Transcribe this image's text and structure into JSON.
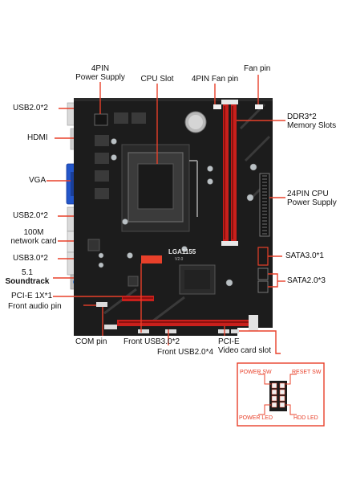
{
  "labels": {
    "pin4_power_1": "4PIN",
    "pin4_power_2": "Power Supply",
    "cpu_slot": "CPU Slot",
    "pin4_fan": "4PIN Fan pin",
    "fan_pin": "Fan pin",
    "usb20_top": "USB2.0*2",
    "hdmi": "HDMI",
    "vga": "VGA",
    "usb20_mid": "USB2.0*2",
    "net_1": "100M",
    "net_2": "network card",
    "usb30": "USB3.0*2",
    "sound_1": "5.1",
    "sound_2": "Soundtrack",
    "pcie_x1": "PCI-E 1X*1",
    "front_audio": "Front audio pin",
    "com_pin": "COM pin",
    "front_usb30": "Front USB3.0*2",
    "front_usb20": "Front USB2.0*4",
    "pcie_1": "PCI-E",
    "pcie_2": "Video card slot",
    "ddr3_1": "DDR3*2",
    "ddr3_2": "Memory Slots",
    "atx_1": "24PIN CPU",
    "atx_2": "Power Supply",
    "sata30": "SATA3.0*1",
    "sata20": "SATA2.0*3"
  },
  "board": {
    "socket_label": "LGA1155",
    "socket_sub": "V2.0"
  },
  "panel": {
    "power_sw": "POWER SW",
    "reset_sw": "RESET SW",
    "power_led": "POWER LED",
    "hdd_led": "HDD LED"
  },
  "colors": {
    "accent": "#e8402a",
    "pcb": "#1c1c1c",
    "slot_red": "#c8201c"
  }
}
